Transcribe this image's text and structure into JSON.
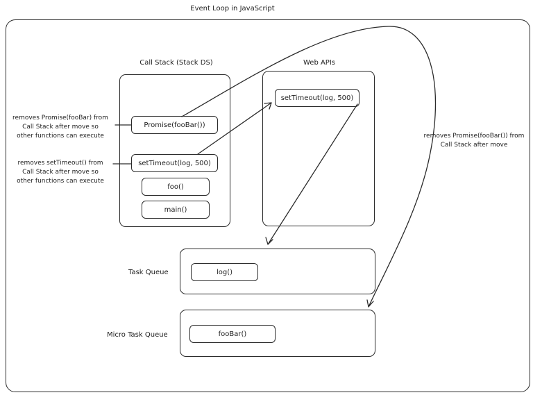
{
  "title": "Event Loop in JavaScript",
  "call_stack": {
    "label": "Call Stack (Stack DS)",
    "items": [
      "Promise(fooBar())",
      "setTimeout(log, 500)",
      "foo()",
      "main()"
    ]
  },
  "web_apis": {
    "label": "Web APIs",
    "items": [
      "setTimeout(log, 500)"
    ]
  },
  "task_queue": {
    "label": "Task Queue",
    "items": [
      "log()"
    ]
  },
  "micro_task_queue": {
    "label": "Micro Task Queue",
    "items": [
      "fooBar()"
    ]
  },
  "notes": {
    "promise_left": [
      "removes Promise(fooBar) from",
      "Call Stack after move so",
      "other functions can execute"
    ],
    "settimeout_left": [
      "removes setTimeout() from",
      "Call Stack after move so",
      "other functions can execute"
    ],
    "promise_right": [
      "removes Promise(fooBar()) from",
      "Call Stack after move"
    ]
  }
}
